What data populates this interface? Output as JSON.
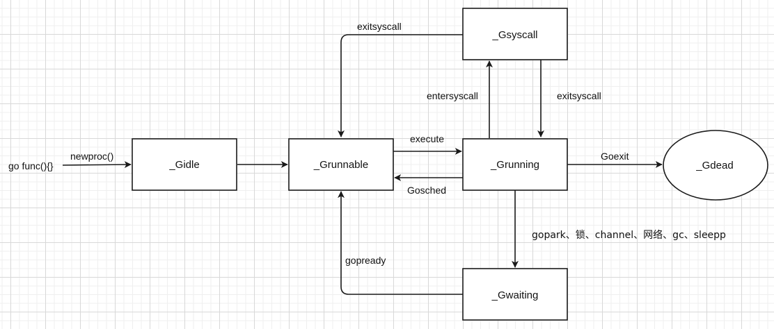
{
  "diagram": {
    "title": "Goroutine state transitions",
    "start_label": "go func(){}",
    "nodes": {
      "gidle": "_Gidle",
      "grunnable": "_Grunnable",
      "grunning": "_Grunning",
      "gsyscall": "_Gsyscall",
      "gwaiting": "_Gwaiting",
      "gdead": "_Gdead"
    },
    "edges": [
      {
        "id": "start-gidle",
        "from": "start",
        "to": "_Gidle",
        "label": "newproc()"
      },
      {
        "id": "gidle-grunnable",
        "from": "_Gidle",
        "to": "_Grunnable",
        "label": ""
      },
      {
        "id": "grunnable-grunning",
        "from": "_Grunnable",
        "to": "_Grunning",
        "label": "execute"
      },
      {
        "id": "grunning-grunnable",
        "from": "_Grunning",
        "to": "_Grunnable",
        "label": "Gosched"
      },
      {
        "id": "grunning-gsyscall",
        "from": "_Grunning",
        "to": "_Gsyscall",
        "label": "entersyscall"
      },
      {
        "id": "gsyscall-grunning",
        "from": "_Gsyscall",
        "to": "_Grunning",
        "label": "exitsyscall"
      },
      {
        "id": "gsyscall-grunnable",
        "from": "_Gsyscall",
        "to": "_Grunnable",
        "label": "exitsyscall"
      },
      {
        "id": "grunning-gdead",
        "from": "_Grunning",
        "to": "_Gdead",
        "label": "Goexit"
      },
      {
        "id": "grunning-gwaiting",
        "from": "_Grunning",
        "to": "_Gwaiting",
        "label": "gopark、锁、channel、网络、gc、sleepp"
      },
      {
        "id": "gwaiting-grunnable",
        "from": "_Gwaiting",
        "to": "_Grunnable",
        "label": "gopready"
      }
    ]
  },
  "colors": {
    "stroke": "#1a1a1a",
    "grid_major": "#d8d8d8",
    "grid_minor": "#efefef",
    "background": "#ffffff"
  }
}
